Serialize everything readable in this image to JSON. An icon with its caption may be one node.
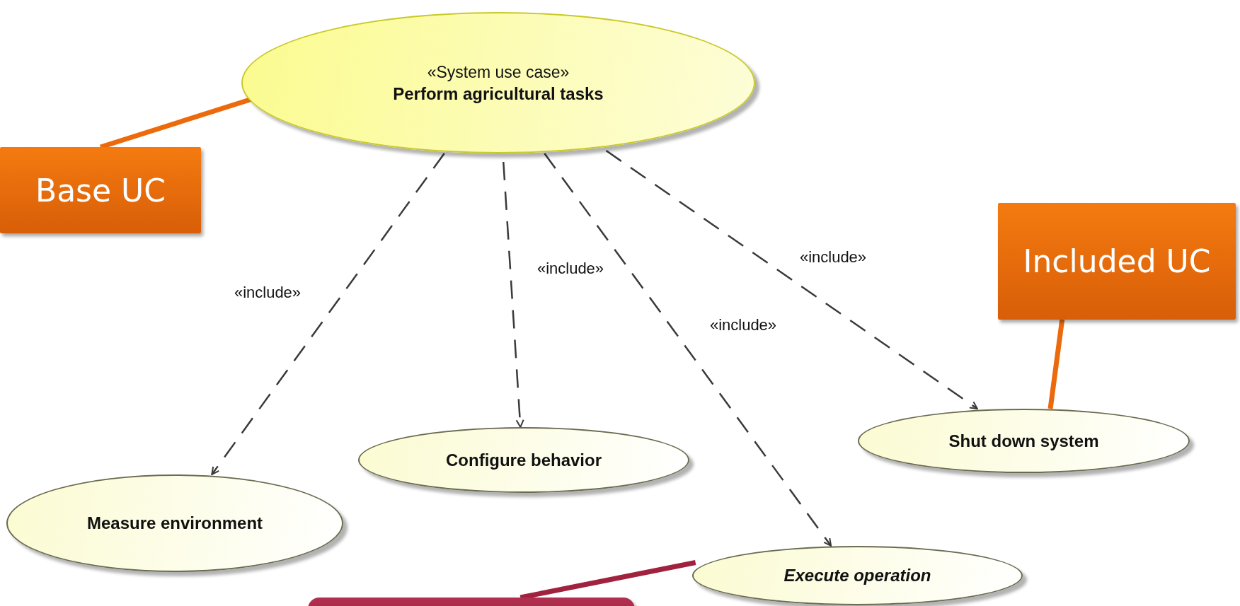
{
  "diagram": {
    "nodes": [
      {
        "text": [
          "«System use case»",
          "Perform agricultural tasks"
        ]
      },
      {
        "text": [
          "Measure environment"
        ]
      },
      {
        "text": [
          "Configure behavior"
        ]
      },
      {
        "text": [
          "Execute operation"
        ]
      },
      {
        "text": [
          "Shut down system"
        ]
      },
      {
        "text": [
          "Base UC"
        ]
      },
      {
        "text": [
          "Included UC"
        ]
      },
      {
        "text": [],
        "shape": "box"
      }
    ],
    "edges": [
      {
        "from": 0,
        "to": 1,
        "arrow": "to",
        "style": "dashed",
        "label": "«include»"
      },
      {
        "from": 0,
        "to": 2,
        "arrow": "to",
        "style": "dashed",
        "label": "«include»"
      },
      {
        "from": 0,
        "to": 3,
        "arrow": "to",
        "style": "dashed",
        "label": "«include»"
      },
      {
        "from": 0,
        "to": 4,
        "arrow": "to",
        "style": "dashed",
        "label": "«include»"
      },
      {
        "from": 5,
        "to": 0,
        "arrow": "none",
        "style": "thick",
        "color": "#ec6a0c"
      },
      {
        "from": 6,
        "to": 4,
        "arrow": "none",
        "style": "thick",
        "color": "#ec6a0c"
      },
      {
        "from": 7,
        "to": 3,
        "arrow": "none",
        "style": "thick",
        "color": "#a1223f"
      }
    ]
  }
}
